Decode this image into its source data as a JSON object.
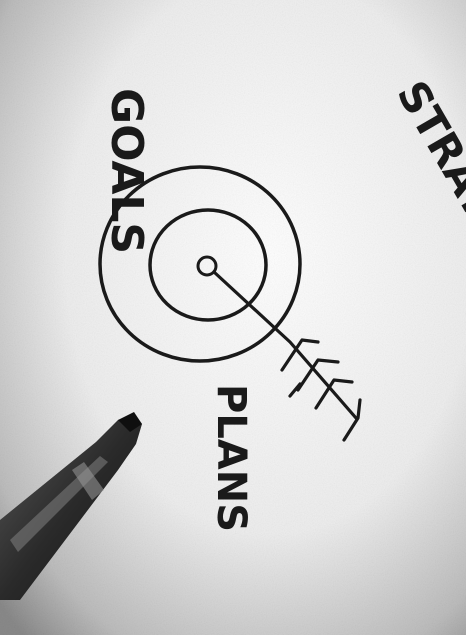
{
  "words": {
    "goals": "GOALS",
    "strategy": "STRATEGY",
    "plans": "PLANS"
  },
  "colors": {
    "paper": "#f4f4f4",
    "ink": "#1a1a1a",
    "marker_body": "#2e2e2e"
  },
  "icons": {
    "target": "bullseye-target-icon",
    "arrow": "arrow-icon",
    "marker": "marker-pen-icon"
  }
}
